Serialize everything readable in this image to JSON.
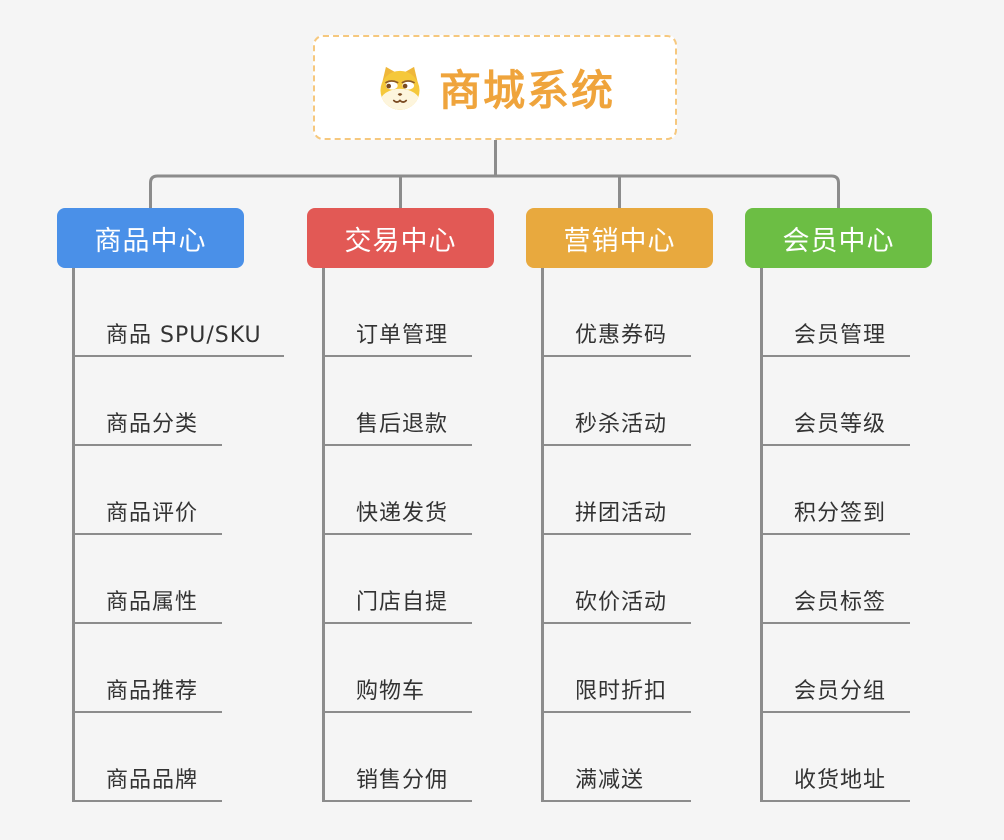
{
  "page": {
    "background_color": "#f5f5f5",
    "connector_color": "#8c8c8c",
    "leaf_text_color": "#333333"
  },
  "root": {
    "title": "商城系统",
    "icon": "dog-icon",
    "text_color": "#efa43c",
    "border_color": "#f6c87e",
    "background_color": "#ffffff"
  },
  "branches": [
    {
      "label": "商品中心",
      "color": "#4a90e8",
      "children": [
        "商品 SPU/SKU",
        "商品分类",
        "商品评价",
        "商品属性",
        "商品推荐",
        "商品品牌"
      ]
    },
    {
      "label": "交易中心",
      "color": "#e25955",
      "children": [
        "订单管理",
        "售后退款",
        "快递发货",
        "门店自提",
        "购物车",
        "销售分佣"
      ]
    },
    {
      "label": "营销中心",
      "color": "#e8a93e",
      "children": [
        "优惠券码",
        "秒杀活动",
        "拼团活动",
        "砍价活动",
        "限时折扣",
        "满减送"
      ]
    },
    {
      "label": "会员中心",
      "color": "#6cbe44",
      "children": [
        "会员管理",
        "会员等级",
        "积分签到",
        "会员标签",
        "会员分组",
        "收货地址"
      ]
    }
  ]
}
